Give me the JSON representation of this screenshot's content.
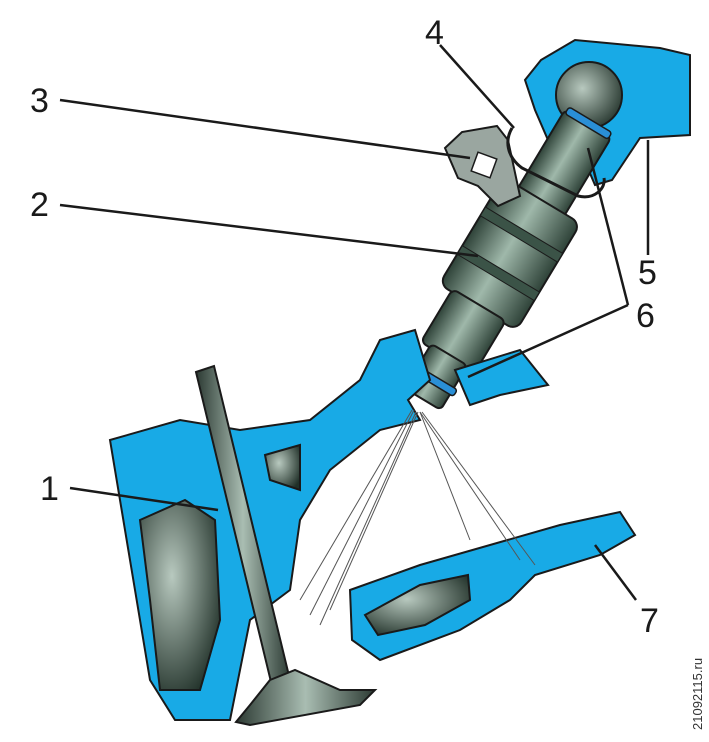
{
  "callouts": [
    {
      "id": "1",
      "label": "1"
    },
    {
      "id": "2",
      "label": "2"
    },
    {
      "id": "3",
      "label": "3"
    },
    {
      "id": "4",
      "label": "4"
    },
    {
      "id": "5",
      "label": "5"
    },
    {
      "id": "6",
      "label": "6"
    },
    {
      "id": "7",
      "label": "7"
    }
  ],
  "watermark": "21092115.ru",
  "colors": {
    "cast_metal": "#18aae6",
    "outline": "#1a1a1a",
    "injector_body": "#4f6b5e",
    "injector_light": "#8fa99c",
    "seal_ring": "#2a8fd6"
  }
}
